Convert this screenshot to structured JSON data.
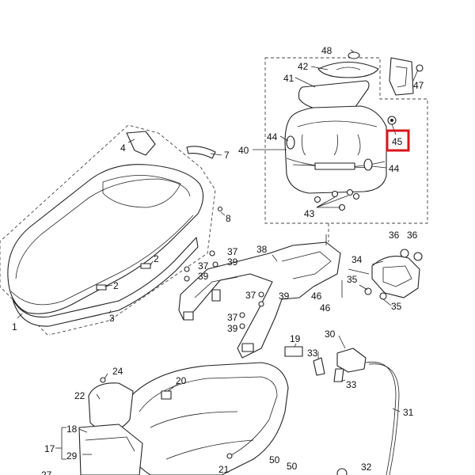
{
  "diagram": {
    "title": "Seat / Top case parts diagram",
    "highlighted_part": "45",
    "highlight_color": "#d8141c",
    "callouts": {
      "c1": "1",
      "c2a": "2",
      "c2b": "2",
      "c3": "3",
      "c4": "4",
      "c7": "7",
      "c8": "8",
      "c17": "17",
      "c18": "18",
      "c19": "19",
      "c20": "20",
      "c21": "21",
      "c22": "22",
      "c24": "24",
      "c27": "27",
      "c29": "29",
      "c30": "30",
      "c31": "31",
      "c32": "32",
      "c33a": "33",
      "c33b": "33",
      "c34": "34",
      "c35a": "35",
      "c35b": "35",
      "c36a": "36",
      "c36b": "36",
      "c37a": "37",
      "c37b": "37",
      "c37c": "37",
      "c37d": "37",
      "c38": "38",
      "c39a": "39",
      "c39b": "39",
      "c39c": "39",
      "c39d": "39",
      "c40": "40",
      "c41": "41",
      "c42": "42",
      "c43": "43",
      "c44a": "44",
      "c44b": "44",
      "c45": "45",
      "c46a": "46",
      "c46b": "46",
      "c47": "47",
      "c48": "48",
      "c50a": "50",
      "c50b": "50"
    }
  }
}
